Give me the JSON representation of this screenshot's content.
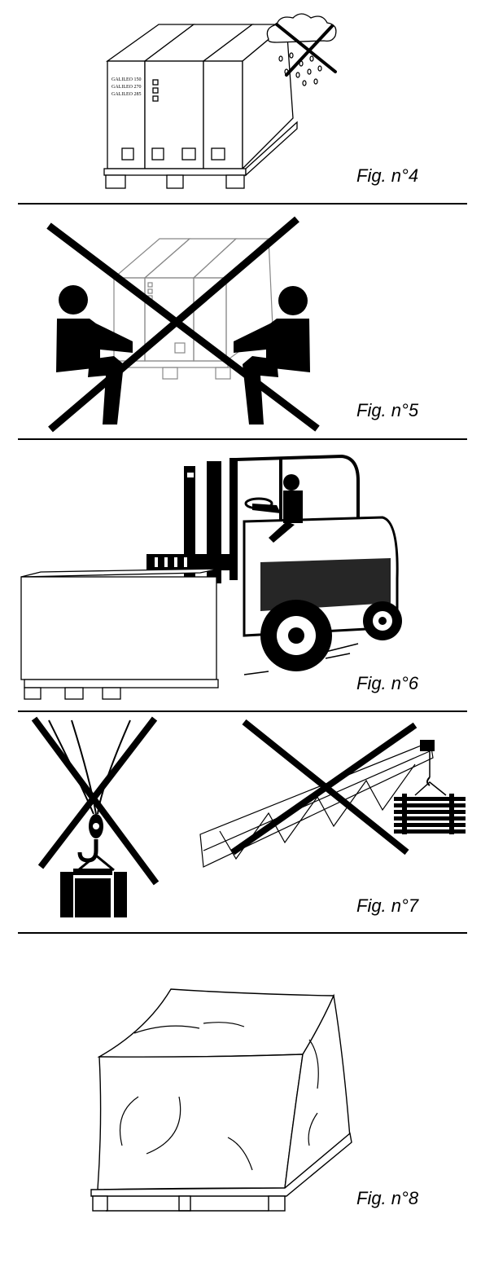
{
  "figures": [
    {
      "caption": "Fig. n°4",
      "box_labels": [
        "GALILEO 150",
        "GALILEO 270",
        "GALILEO 285"
      ]
    },
    {
      "caption": "Fig. n°5"
    },
    {
      "caption": "Fig. n°6"
    },
    {
      "caption": "Fig. n°7"
    },
    {
      "caption": "Fig. n°8"
    }
  ]
}
